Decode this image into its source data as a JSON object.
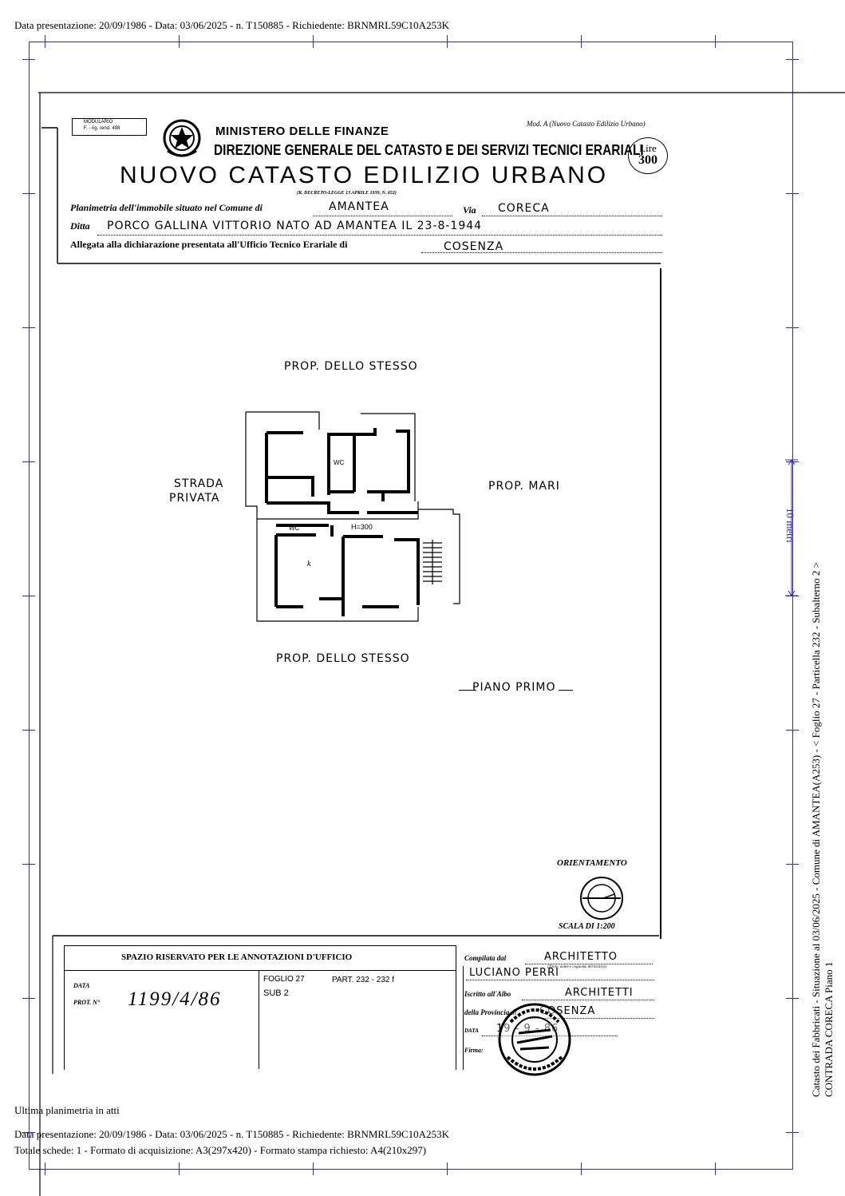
{
  "header_top": "Data presentazione: 20/09/1986 - Data: 03/06/2025 - n. T150885 - Richiedente: BRNMRL59C10A253K",
  "form": {
    "modulario": "MODULARIO",
    "modulario_sub": "F. - rig. rend. 498",
    "mod_ref": "Mod. A (Nuovo Catasto Edilizio Urbano)",
    "ministry": "MINISTERO DELLE FINANZE",
    "direction": "DIREZIONE GENERALE DEL CATASTO E DEI SERVIZI TECNICI ERARIALI",
    "title": "NUOVO CATASTO EDILIZIO URBANO",
    "law": "(R. DECRETO-LEGGE 13 APRILE 1939, N. 652)",
    "price_label": "Lire",
    "price_value": "300",
    "planimetria_label": "Planimetria dell'immobile situato nel Comune di",
    "comune": "AMANTEA",
    "via_label": "Via",
    "via": "CORECA",
    "ditta_label": "Ditta",
    "ditta": "PORCO GALLINA VITTORIO NATO AD AMANTEA IL 23-8-1944",
    "allegata_label": "Allegata alla dichiarazione presentata all'Ufficio Tecnico Erariale di",
    "ufficio": "COSENZA"
  },
  "plan": {
    "top_label": "PROP. DELLO STESSO",
    "left_label_1": "STRADA",
    "left_label_2": "PRIVATA",
    "right_label": "PROP. MARI",
    "bottom_label": "PROP. DELLO STESSO",
    "wc_1": "WC",
    "wc_2": "WC",
    "height": "H=300",
    "k": "k",
    "floor": "PIANO PRIMO",
    "orientation": "ORIENTAMENTO",
    "scale": "SCALA DI 1:200"
  },
  "office": {
    "heading": "SPAZIO RISERVATO PER LE ANNOTAZIONI D'UFFICIO",
    "data_label": "DATA",
    "prot_label": "PROT. N°",
    "prot_value": "1199/4/86",
    "foglio": "FOGLIO 27",
    "part": "PART. 232 - 232 f",
    "sub": "SUB 2",
    "compilata_label": "Compilata dal",
    "compilata_value": "ARCHITETTO",
    "compilata_note": "(Titolo, nome e cognome del tecnico)",
    "nome": "LUCIANO PERRI",
    "iscritto_label": "Iscritto all'Albo",
    "iscritto_value": "ARCHITETTI",
    "provincia_label": "della Provincia di",
    "provincia_value": "COSENZA",
    "data2_label": "DATA",
    "data2_value": "19 - 9 - 86",
    "firma_label": "Firma:"
  },
  "side_scale": "10 metri",
  "side_text_1": "Catasto dei Fabbricati - Situazione al 03/06/2025 - Comune di AMANTEA(A253) - < Foglio 27 - Particella 232 - Subalterno 2 >",
  "side_text_2": "CONTRADA CORECA Piano 1",
  "footer_1": "Ultima planimetria in atti",
  "footer_2": "Data presentazione: 20/09/1986 - Data: 03/06/2025 - n. T150885 - Richiedente: BRNMRL59C10A253K",
  "footer_3": "Totale schede: 1 - Formato di acquisizione: A3(297x420) - Formato stampa richiesto: A4(210x297)"
}
